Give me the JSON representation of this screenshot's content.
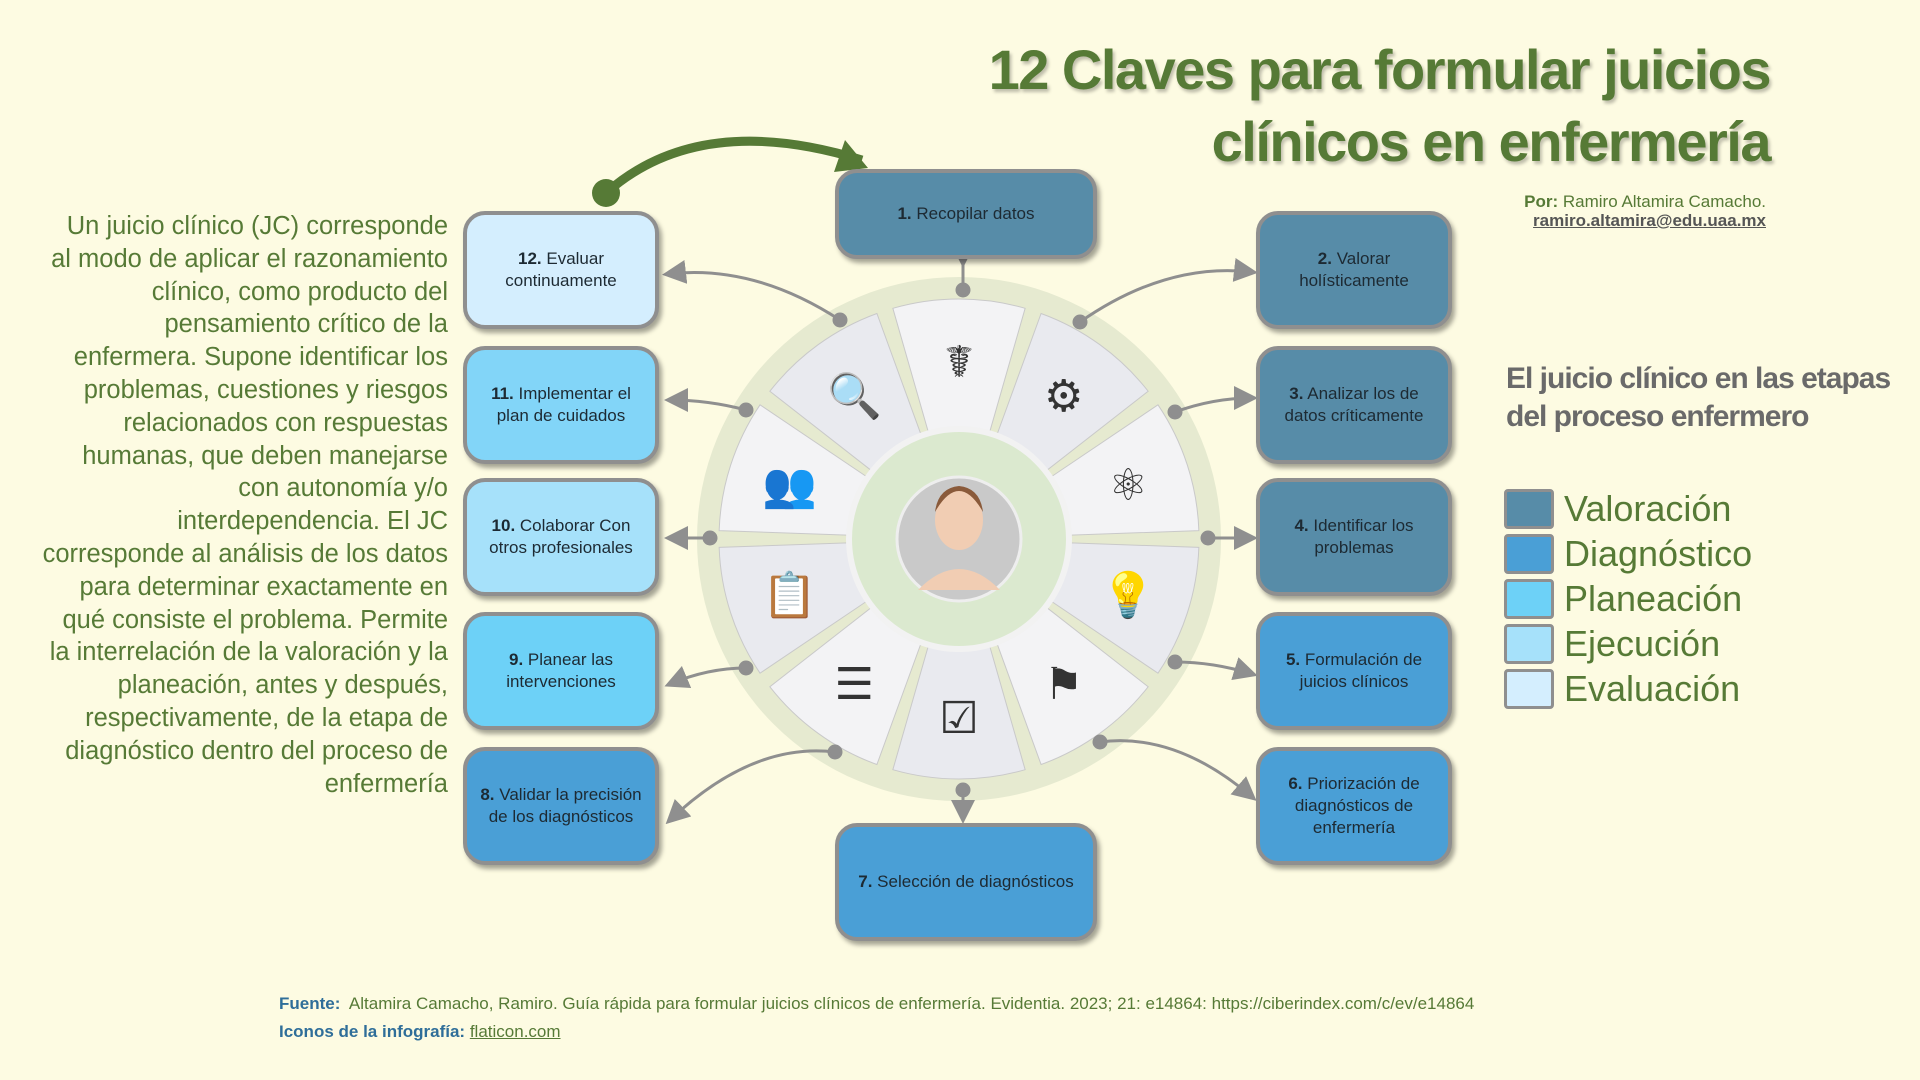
{
  "title": {
    "line1": "12 Claves para formular juicios",
    "line2": "clínicos en enfermería"
  },
  "author": {
    "label": "Por:",
    "name": "Ramiro Altamira Camacho.",
    "email": "ramiro.altamira@edu.uaa.mx"
  },
  "intro": "Un juicio clínico (JC) corresponde al modo de aplicar el razonamiento clínico, como producto del pensamiento crítico de la enfermera. Supone identificar los problemas, cuestiones y riesgos relacionados con respuestas humanas, que deben manejarse con autonomía y/o interdependencia. El JC corresponde al análisis de los datos para determinar exactamente en qué consiste el problema. Permite la interrelación de la valoración y la planeación, antes y después, respectivamente, de la etapa de diagnóstico dentro del proceso de enfermería",
  "keys": [
    {
      "num": "1.",
      "text": "Recopilar datos",
      "stage": "Valoración"
    },
    {
      "num": "2.",
      "text": "Valorar holísticamente",
      "stage": "Valoración"
    },
    {
      "num": "3.",
      "text": "Analizar los de datos críticamente",
      "stage": "Valoración"
    },
    {
      "num": "4.",
      "text": "Identificar los problemas",
      "stage": "Valoración"
    },
    {
      "num": "5.",
      "text": "Formulación de juicios clínicos",
      "stage": "Diagnóstico"
    },
    {
      "num": "6.",
      "text": "Priorización de diagnósticos de enfermería",
      "stage": "Diagnóstico"
    },
    {
      "num": "7.",
      "text": "Selección de diagnósticos",
      "stage": "Diagnóstico"
    },
    {
      "num": "8.",
      "text": "Validar la precisión de los diagnósticos",
      "stage": "Diagnóstico"
    },
    {
      "num": "9.",
      "text": "Planear las intervenciones",
      "stage": "Planeación"
    },
    {
      "num": "10.",
      "text": "Colaborar Con otros profesionales",
      "stage": "Ejecución"
    },
    {
      "num": "11.",
      "text": "Implementar el plan de cuidados",
      "stage": "Ejecución"
    },
    {
      "num": "12.",
      "text": "Evaluar continuamente",
      "stage": "Evaluación"
    }
  ],
  "legend": {
    "title": "El juicio clínico en las etapas del proceso enfermero",
    "items": [
      {
        "label": "Valoración",
        "color": "#578ca8"
      },
      {
        "label": "Diagnóstico",
        "color": "#4a9fd6"
      },
      {
        "label": "Planeación",
        "color": "#6dd1f7"
      },
      {
        "label": "Ejecución",
        "color": "#a6e1fa"
      },
      {
        "label": "Evaluación",
        "color": "#d4eefe"
      }
    ]
  },
  "footer": {
    "source_label": "Fuente:",
    "source": "Altamira Camacho, Ramiro. Guía rápida para formular juicios clínicos de enfermería. Evidentia. 2023; 21: e14864: https://ciberindex.com/c/ev/e14864",
    "icons_label": "Iconos de la infografía:",
    "icons_link": "flaticon.com"
  },
  "wheel_icons": [
    "nurse-icon",
    "brain-gears-icon",
    "analysis-head-icon",
    "idea-head-icon",
    "strategy-icon",
    "select-icon",
    "report-icon",
    "planning-icon",
    "team-icon",
    "checklist-icon"
  ]
}
